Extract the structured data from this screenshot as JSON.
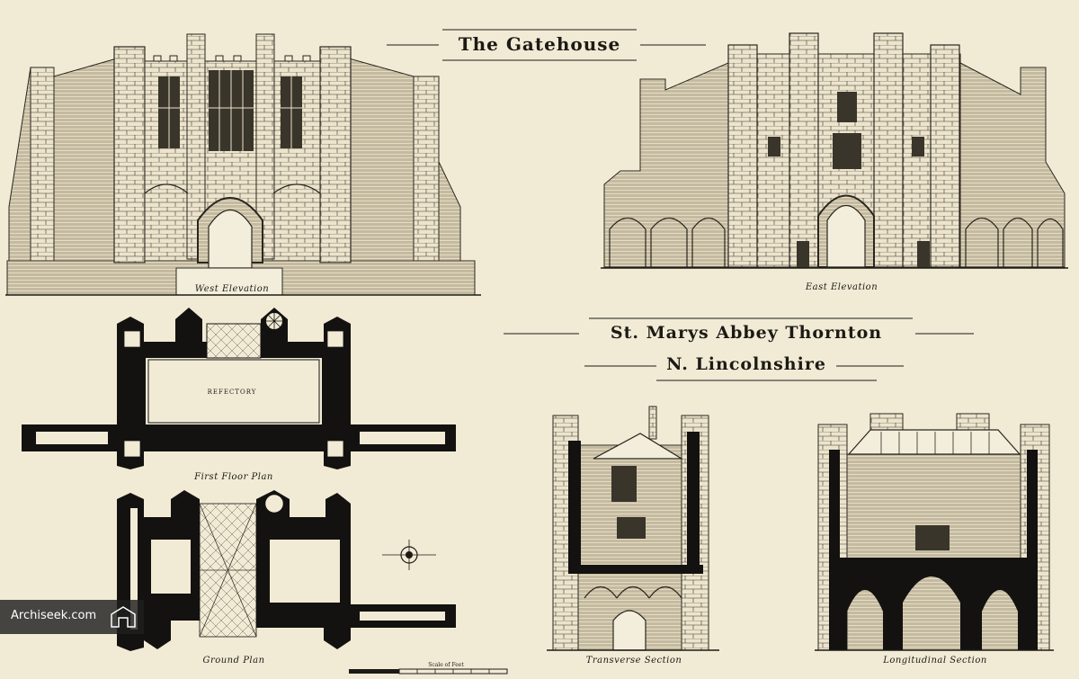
{
  "sheet": {
    "title": "The Gatehouse",
    "site": "St. Marys Abbey Thornton",
    "county": "N. Lincolnshire",
    "paper_color": "#f1ebd6",
    "ink_color": "#1c1a14"
  },
  "drawings": {
    "west_elevation": "West Elevation",
    "east_elevation": "East Elevation",
    "first_floor_plan": "First Floor Plan",
    "ground_plan": "Ground Plan",
    "transverse_section": "Transverse Section",
    "longitudinal_section": "Longitudinal Section"
  },
  "rooms": {
    "refectory": "REFECTORY"
  },
  "scale_bar": {
    "label": "Scale of Feet"
  },
  "watermark": {
    "text": "Archiseek.com",
    "logo_icon": "archiseek-logo-icon"
  }
}
